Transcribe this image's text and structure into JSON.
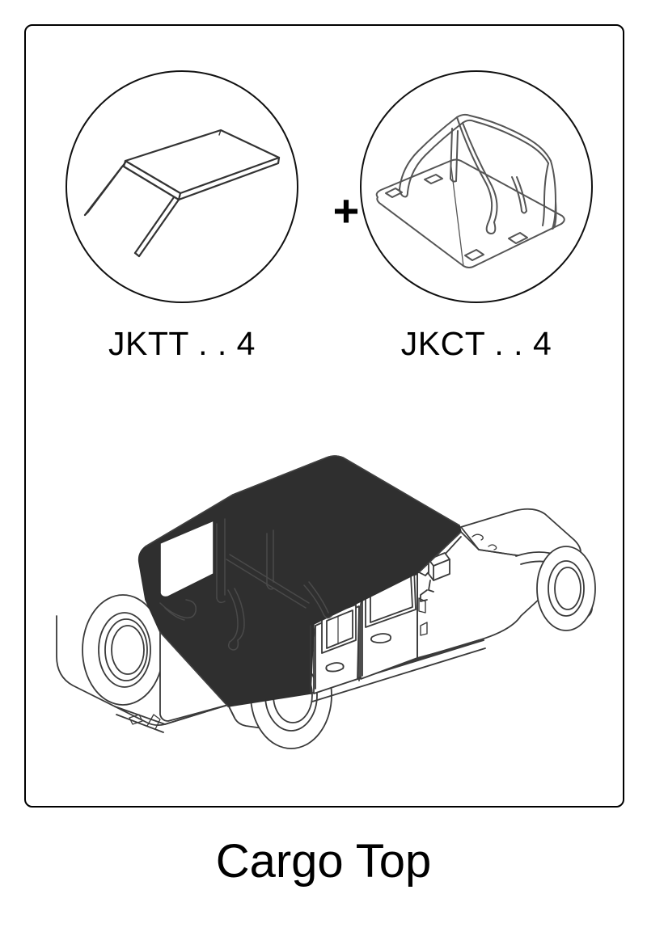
{
  "page": {
    "title": "Cargo Top",
    "background_color": "#ffffff",
    "line_color": "#000000",
    "top_fabric_color": "#2f2f2f"
  },
  "panel": {
    "border_color": "#000000",
    "parts": [
      {
        "id": "soft-top-fabric",
        "icon": "soft-top-panel-icon",
        "caption": "JKTT . . 4"
      },
      {
        "id": "cargo-top-frame",
        "icon": "cargo-top-frame-icon",
        "caption": "JKCT . . 4"
      }
    ],
    "combiner_symbol": "+",
    "vehicle": {
      "name": "jeep-wrangler-unlimited-4door",
      "installed_part": "cargo-top",
      "body_color": "#ffffff",
      "top_color": "#2f2f2f"
    }
  }
}
